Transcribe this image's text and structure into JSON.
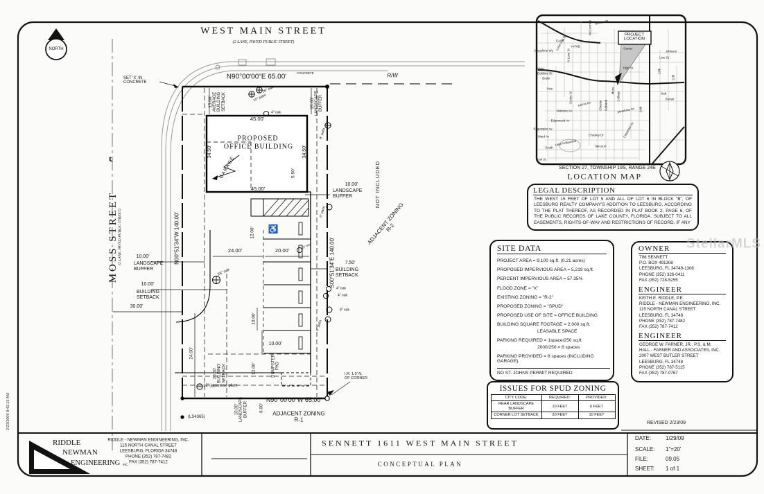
{
  "sheet": {
    "timestamp": "2/23/2009 8:42:15 AM",
    "watermark": "StellarMLS"
  },
  "north": {
    "label": "NORTH"
  },
  "west_main": {
    "name": "WEST MAIN STREET",
    "type": "(2 LANE, PAVED PUBLIC STREET)"
  },
  "moss": {
    "name": "MOSS STREET",
    "type": "(2 LANE, PAVED PUBLIC STREET)",
    "cl": "℄"
  },
  "plan": {
    "setx1": "SET 'X' IN",
    "setx2": "CONCRETE",
    "brgN": "N90°00'00\"E 65.00'",
    "concrete": "CONCRETE",
    "rw": "R/W",
    "d15": "15.00'",
    "avg1": "AVERAGE",
    "avg2": "BUILDING",
    "avg3": "SETBACK",
    "lb1": "LANDSCAPE",
    "lb2": "BUFFER",
    "bldg1": "PROPOSED",
    "bldg2": "OFFICE BUILDING",
    "garage": "GARAGE",
    "d45": "45.00'",
    "d345": "34.50'",
    "d55": "5.50'",
    "d10": "10.00'",
    "notinc": "NOT INCLUDED",
    "adj": "ADJACENT ZONING",
    "r2": "R-2",
    "r1": "R-1",
    "brgE": "S00°51'34\"E 140.00'",
    "brgW": "N00°51'34\"W 140.00'",
    "brgS": "N90°00'00\"W 65.00'",
    "d12": "12.00'",
    "d24": "24.00'",
    "d20": "20.00'",
    "d75": "7.50'",
    "d30": "30.00'",
    "d6": "6.00'",
    "bs1": "BUILDING",
    "bs2": "SETBACK",
    "dump1": "DUMPSTER",
    "dump2": "PAD",
    "ls": "(LS4365)",
    "ir1": "I.R. 1.0' N.",
    "ir2": "OF CORNER",
    "hc": "♿"
  },
  "trees": {
    "t36": "36\" oak",
    "t15p": "15\" palm",
    "t4": "4\" oak",
    "t8p": "8\" palm",
    "t6p": "6\" palm",
    "t15t": "15\" tree",
    "t8": "8\" oak",
    "t28": "28\" oak",
    "t12": "12\" japanese plum"
  },
  "map": {
    "proj1": "PROJECT",
    "proj2": "LOCATION",
    "section": "SECTION 27, TOWNSHIP 19S, RANGE 24E",
    "title": "LOCATION MAP",
    "streets": [
      "Benton St",
      "McCormick",
      "EAST",
      "I-470B",
      "Josephine Wy",
      "N Lone St",
      "Lone Oak Dr",
      "Main",
      "Dobbins Dr",
      "Butler",
      "Vine",
      "Center",
      "Line St",
      "Johnson",
      "High St",
      "13th",
      "12th",
      "Moss",
      "College",
      "Chester",
      "Oakland",
      "Oak",
      "Bonair",
      "Cooke St",
      "Helms Av",
      "Mahone Av",
      "Edgewood Av",
      "Edgewater Av",
      "Meadows Av",
      "Ward Av",
      "South",
      "Chesley Dr",
      "Harcourt",
      "Lake Hollywood",
      "Karl St",
      "Carpenter Av",
      "14th"
    ]
  },
  "legal": {
    "title": "LEGAL DESCRIPTION",
    "text": "THE WEST 15 FEET OF LOT 5 AND ALL OF LOT 6 IN BLOCK \"B\", OF LEESBURG REALTY COMPANY'S ADDITION TO LEESBURG, ACCORDING TO THE PLAT THEREOF, AS RECORDED IN PLAT BOOK 2, PAGE 6, OF THE PUBLIC RECORDS OF LAKE COUNTY, FLORIDA. SUBJECT TO ALL EASEMENTS, RIGHTS-OF-WAY AND RESTRICTIONS OF RECORD, IF ANY"
  },
  "site_data": {
    "title": "SITE DATA",
    "rows": [
      "PROJECT AREA = 9,100 sq.ft. (0.21 acres)",
      "PROPOSED IMPERVIOUS AREA = 5,219 sq.ft.",
      "PERCENT IMPERVIOUS AREA = 57.35%",
      "FLOOD ZONE = \"X\"",
      "EXISTING ZONING = \"R-2\"",
      "PROPOSED ZONING = \"SPUD\"",
      "PROPOSED USE OF SITE = OFFICE BUILDING",
      "BUILDING SQUARE FOOTAGE = 2,000 sq.ft.",
      "LEASABLE SPACE",
      "PARKING REQUIRED = 1space/250 sq.ft.",
      "2000/250 = 8 spaces",
      "PARKING PROVIDED = 8 spaces (INCLUDING GARAGE)",
      "NO ST. JOHNS PERMIT REQUIRED"
    ]
  },
  "contacts": {
    "owner": {
      "heading": "OWNER",
      "lines": [
        "TIM SENNETT",
        "P.O. BOX 491308",
        "LEESBURG, FL  34749-1308",
        "PHONE (352) 326-0411",
        "FAX    (352) 728-5255"
      ]
    },
    "eng1": {
      "heading": "ENGINEER",
      "lines": [
        "KEITH E. RIDDLE, P.E.",
        "RIDDLE - NEWMAN ENGINEERING, INC.",
        "115 NORTH CANAL STREET",
        "LEESBURG, FL 34748",
        "PHONE (352) 787-7482",
        "FAX    (352) 787-7412"
      ]
    },
    "eng2": {
      "heading": "ENGINEER",
      "lines": [
        "GEORGE W. FARNER, JR., P.S. & M.",
        "HALL - FARNER AND ASSOCIATES, INC.",
        "2007 WEST BUTLER STREET",
        "LEESBURG, FL 34748",
        "PHONE (352) 787-5115",
        "FAX    (352) 787-0767"
      ]
    }
  },
  "spud": {
    "title": "ISSUES FOR SPUD ZONING",
    "h": [
      "CITY CODE:",
      "REQUIRED:",
      "PROVIDED:"
    ],
    "r1": [
      "REAR LANDSCAPE BUFFER",
      "10 FEET",
      "6 FEET"
    ],
    "r2": [
      "CORNER LOT SETBACK",
      "20 FEET",
      "10 FEET"
    ]
  },
  "revised": "REVISED 2/23/09",
  "titleblock": {
    "logo1": "RIDDLE",
    "logo2": "NEWMAN",
    "logo3": "ENGINEERING",
    "inc": "INC.",
    "addr": [
      "RIDDLE - NEWMAN ENGINEERING, INC.",
      "115 NORTH CANAL STREET",
      "LEESBURG, FLORIDA 34748",
      "PHONE (352) 787-7482",
      "FAX (352) 787-7412"
    ],
    "title": "SENNETT 1611 WEST MAIN STREET",
    "subtitle": "CONCEPTUAL PLAN",
    "date_l": "DATE:",
    "date": "1/29/09",
    "scale_l": "SCALE:",
    "scale": "1\"=20'",
    "file_l": "FILE:",
    "file": "09.05",
    "sheet_l": "SHEET:",
    "sheet": "1 of 1"
  }
}
